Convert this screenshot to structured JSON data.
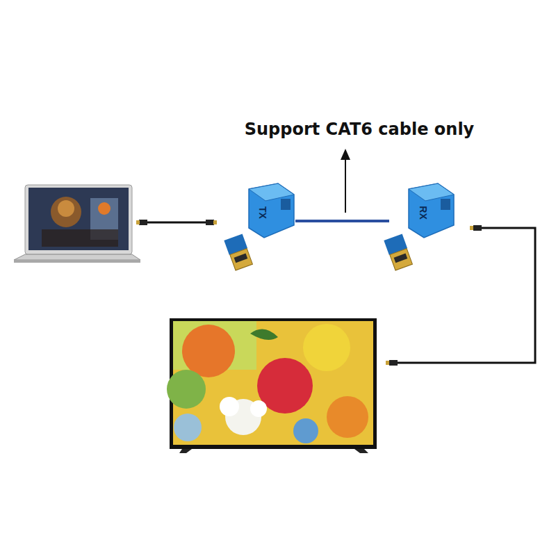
{
  "diagram": {
    "nodes": [
      {
        "text": [
          "TX"
        ]
      },
      {
        "text": [
          "RX"
        ]
      }
    ],
    "edges": [
      {
        "from": 0,
        "to": 1,
        "arrow": "none"
      }
    ],
    "labels": [
      "Support CAT6 cable only"
    ]
  }
}
